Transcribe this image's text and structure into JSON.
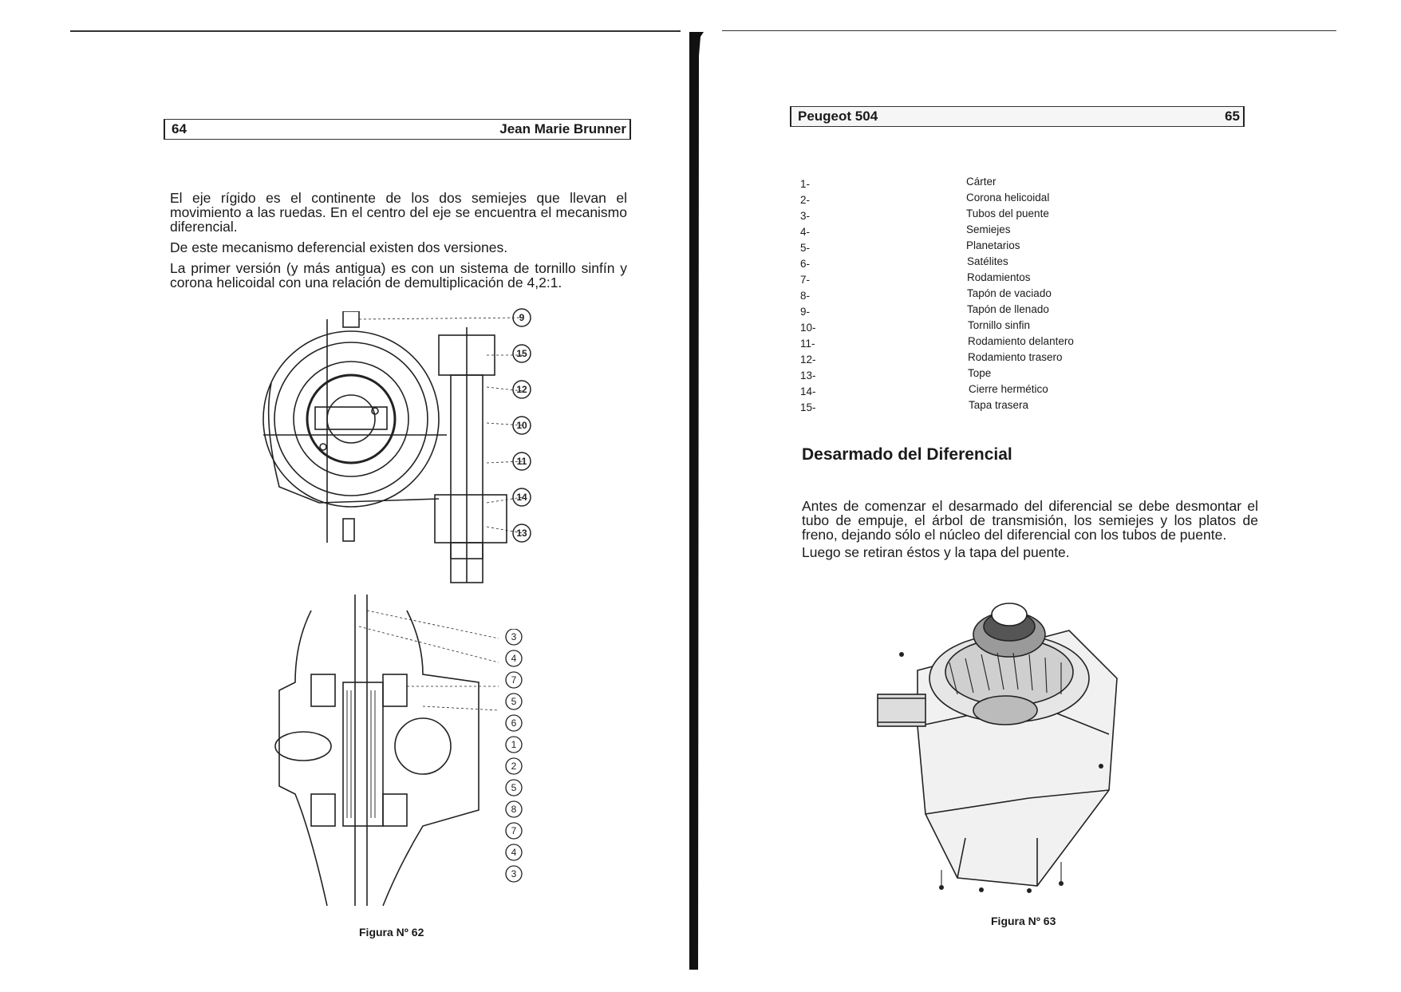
{
  "left_page": {
    "header_page_number": "64",
    "header_author": "Jean Marie Brunner",
    "paragraphs": [
      "El eje rígido es el continente de los dos semiejes que llevan el movimiento a las ruedas. En el centro del eje se encuentra el mecanismo diferencial.",
      "De este mecanismo deferencial existen dos versiones.",
      "La primer versión (y más antigua) es con un sistema de tornillo sinfín y corona helicoidal con una relación de demultiplicación de 4,2:1."
    ],
    "figure_caption": "Figura Nº 62",
    "upper_callouts": [
      "9",
      "15",
      "12",
      "10",
      "11",
      "14",
      "13"
    ],
    "lower_callouts": [
      "3",
      "4",
      "7",
      "5",
      "6",
      "1",
      "2",
      "5",
      "8",
      "7",
      "4",
      "3"
    ]
  },
  "right_page": {
    "header_title": "Peugeot 504",
    "header_page_number": "65",
    "legend": [
      {
        "num": "1-",
        "name": "Cárter"
      },
      {
        "num": "2-",
        "name": "Corona helicoidal"
      },
      {
        "num": "3-",
        "name": "Tubos del puente"
      },
      {
        "num": "4-",
        "name": "Semiejes"
      },
      {
        "num": "5-",
        "name": "Planetarios"
      },
      {
        "num": "6-",
        "name": "Satélites"
      },
      {
        "num": "7-",
        "name": "Rodamientos"
      },
      {
        "num": "8-",
        "name": "Tapón de vaciado"
      },
      {
        "num": "9-",
        "name": "Tapón de llenado"
      },
      {
        "num": "10-",
        "name": "Tornillo sinfin"
      },
      {
        "num": "11-",
        "name": "Rodamiento delantero"
      },
      {
        "num": "12-",
        "name": "Rodamiento trasero"
      },
      {
        "num": "13-",
        "name": "Tope"
      },
      {
        "num": "14-",
        "name": "Cierre hermético"
      },
      {
        "num": "15-",
        "name": "Tapa trasera"
      }
    ],
    "section_title": "Desarmado del Diferencial",
    "paragraphs": [
      "Antes de comenzar el desarmado del diferencial se debe desmontar el tubo de empuje, el árbol de transmisión, los semiejes y los platos de freno, dejando sólo el núcleo del diferencial con los tubos de puente.",
      "Luego se retiran éstos y la tapa del puente."
    ],
    "figure_caption": "Figura Nº 63"
  },
  "colors": {
    "ink": "#1a1a1a",
    "paper": "#ffffff",
    "spine": "#111111"
  }
}
